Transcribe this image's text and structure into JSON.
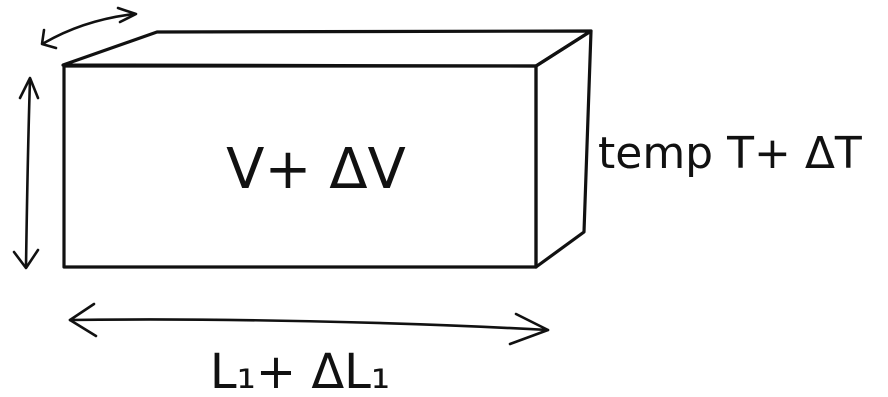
{
  "box": {
    "face_color": "#b7a09d",
    "side_color": "#b7a09d",
    "top_color": "#b9a3a0",
    "edge_color": "#111111"
  },
  "labels": {
    "volume": "V+ ΔV",
    "temperature": "temp T+ ΔT",
    "length": "L₁+ ΔL₁"
  }
}
